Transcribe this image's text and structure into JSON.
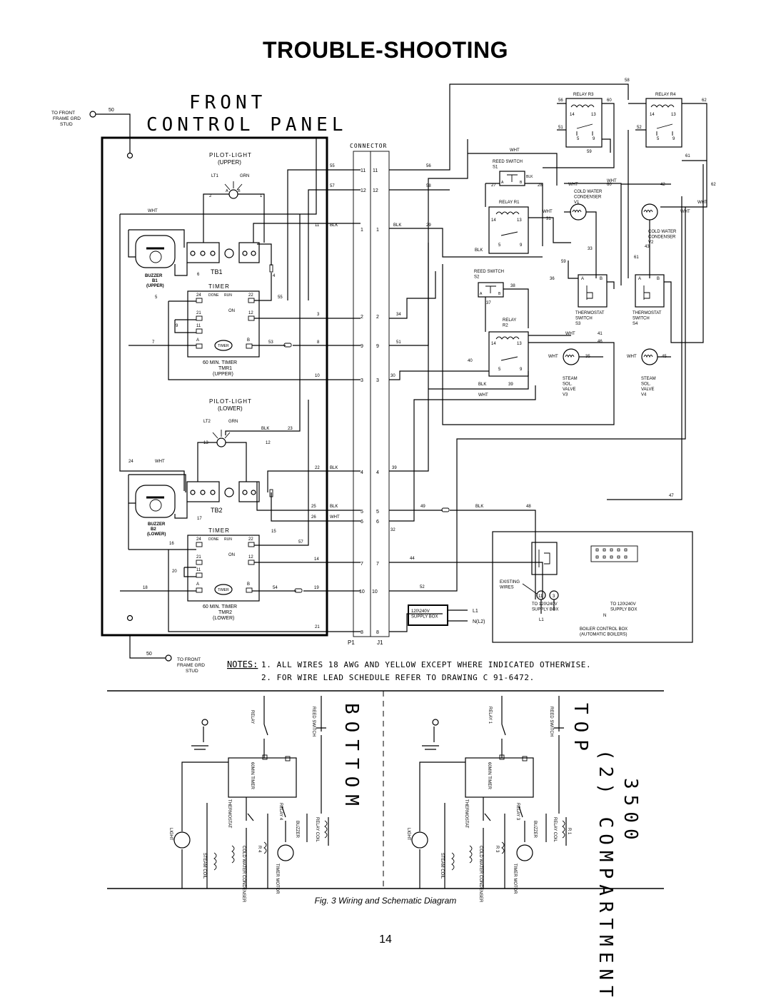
{
  "page": {
    "title": "TROUBLE-SHOOTING",
    "caption": "Fig. 3 Wiring and Schematic Diagram",
    "page_number": "14"
  },
  "panel": {
    "heading_line1": "FRONT",
    "heading_line2": "CONTROL PANEL",
    "ground_label_top": "TO FRONT\nFRAME GRD\nSTUD",
    "ground_label_bottom": "TO FRONT\nFRAME GRD\nSTUD",
    "ground_wire": "50"
  },
  "connector": {
    "title": "CONNECTOR",
    "plug_left": "P1",
    "plug_right": "J1",
    "pins": [
      {
        "pin": "11",
        "wire_in": "55",
        "wire_out": "56"
      },
      {
        "pin": "12",
        "wire_in": "57",
        "wire_out": "58"
      },
      {
        "pin": "1",
        "wire_in": "11",
        "color": "BLK",
        "wire_out": "29",
        "color_out": "BLK"
      },
      {
        "pin": "2",
        "wire_in": "3",
        "wire_out": "34"
      },
      {
        "pin": "9",
        "wire_in": "8",
        "wire_out": "51"
      },
      {
        "pin": "3",
        "wire_in": "10",
        "wire_out": "30"
      },
      {
        "pin": "4",
        "wire_in": "22",
        "color": "BLK",
        "wire_out": "39"
      },
      {
        "pin": "5",
        "wire_in": "25",
        "color": "BLK",
        "wire_out": "49",
        "color_out": "BLK"
      },
      {
        "pin": "6",
        "wire_in": "26",
        "color": "WHT",
        "wire_out": "32"
      },
      {
        "pin": "7",
        "wire_in": "14",
        "wire_out": "44"
      },
      {
        "pin": "10",
        "wire_in": "19",
        "wire_out": "52"
      },
      {
        "pin": "8",
        "wire_in": "21",
        "wire_out": ""
      }
    ]
  },
  "upper": {
    "pilot_light": "PILOT-LIGHT",
    "pilot_sub": "(UPPER)",
    "lt": "LT1",
    "grn": "GRN",
    "tb": "TB1",
    "timer": "TIMER",
    "timer_caption": "60 MIN. TIMER",
    "timer_id": "TMR1",
    "timer_sub": "(UPPER)",
    "buzzer": "BUZZER",
    "buzzer_id": "B1",
    "buzzer_sub": "(UPPER)"
  },
  "lower": {
    "pilot_light": "PILOT-LIGHT",
    "pilot_sub": "(LOWER)",
    "lt": "LT2",
    "grn": "GRN",
    "tb": "TB2",
    "timer": "TIMER",
    "timer_caption": "60 MIN. TIMER",
    "timer_id": "TMR2",
    "timer_sub": "(LOWER)",
    "buzzer": "BUZZER",
    "buzzer_id": "B2",
    "buzzer_sub": "(LOWER)"
  },
  "timer_terms": {
    "t24": "24",
    "done": "DONE",
    "run": "RUN",
    "t22": "22",
    "t21": "21",
    "t12": "12",
    "on": "ON",
    "t11": "11",
    "a": "A",
    "b": "B",
    "timer": "TIMER"
  },
  "components": {
    "relay_r3": "RELAY R3",
    "relay_r4": "RELAY R4",
    "reed_s1": "REED SWITCH\nS1",
    "reed_s2": "REED SWITCH\nS2",
    "relay_r1": "RELAY R1",
    "relay_r2": "RELAY\nR2",
    "cwc_v1": "COLD WATER\nCONDENSER\nV1",
    "cwc_v2": "COLD WATER\nCONDENSER\nV2",
    "thermo_s3": "THERMOSTAT\nSWITCH\nS3",
    "thermo_s4": "THERMOSTAT\nSWITCH\nS4",
    "steam_v3": "STEAM\nSOL.\nVALVE\nV3",
    "steam_v4": "STEAM\nSOL.\nVALVE\nV4"
  },
  "boiler": {
    "existing_wires": "EXISTING\nWIRES",
    "supply_left": "TO 120\\240V\nSUPPLY BOX",
    "supply_right": "TO 120\\240V\nSUPPLY BOX",
    "l1": "L1",
    "n": "N",
    "box_title": "BOILER CONTROL BOX\n(AUTOMATIC BOILERS)",
    "supply_box": "120\\240V\nSUPPLY BOX",
    "l1_out": "L1",
    "n_out": "N(L2)",
    "term_11": "11",
    "term_3": "3"
  },
  "notes": {
    "label": "NOTES:",
    "line1": "1. ALL WIRES 18 AWG AND YELLOW EXCEPT WHERE INDICATED OTHERWISE.",
    "line2": "2. FOR WIRE LEAD SCHEDULE REFER TO DRAWING C 91-6472."
  },
  "schematic": {
    "bottom_label": "BOTTOM",
    "top_label": "TOP",
    "compartment": "(2) COMPARTMENT",
    "model": "3500",
    "labels": [
      "RELAY",
      "REED SWITCH",
      "60MIN TIMER",
      "THERMOSTAT",
      "RELAY 4",
      "RELAY 3",
      "RELAY 1",
      "BUZZER",
      "RELAY COIL",
      "LIGHT",
      "STEAM COIL",
      "COLD WATER CONDENSER",
      "TIMER MOTOR",
      "R 4",
      "R 3",
      "R 1"
    ]
  }
}
